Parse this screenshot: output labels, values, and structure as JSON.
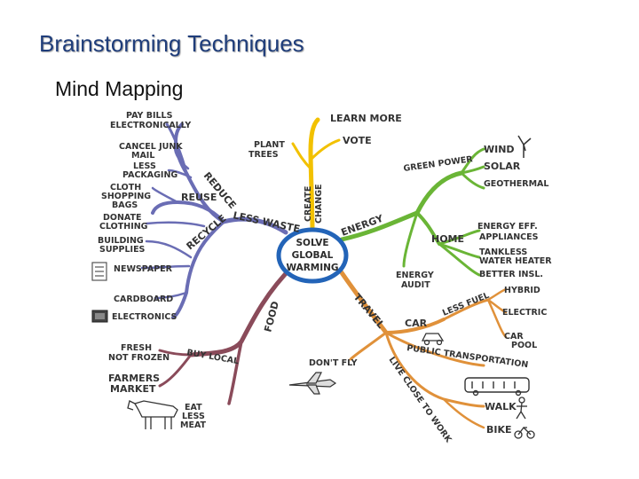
{
  "slide": {
    "title": "Brainstorming Techniques",
    "subtitle": "Mind Mapping"
  },
  "colors": {
    "title": "#1f3d7a",
    "purple": "#6a6db4",
    "yellow": "#f2c100",
    "green": "#6ab536",
    "orange": "#e0913a",
    "brown": "#8a4b5a",
    "center_ring": "#2364b8"
  },
  "mindmap": {
    "center": [
      "SOLVE",
      "GLOBAL",
      "WARMING"
    ],
    "branches": {
      "reduce": "REDUCE",
      "reuse": "REUSE",
      "recycle": "RECYCLE",
      "less_waste": "LESS WASTE",
      "create_change": [
        "CREATE",
        "CHANGE"
      ],
      "energy": "ENERGY",
      "travel": "TRAVEL",
      "food": "FOOD"
    },
    "leaves": {
      "pay_bills": [
        "PAY BILLS",
        "ELECTRONICALLY"
      ],
      "cancel_junk": [
        "CANCEL JUNK",
        "MAIL"
      ],
      "less_packaging": [
        "LESS",
        "PACKAGING"
      ],
      "cloth_bags": [
        "CLOTH",
        "SHOPPING",
        "BAGS"
      ],
      "donate": [
        "DONATE",
        "CLOTHING"
      ],
      "building": [
        "BUILDING",
        "SUPPLIES"
      ],
      "newspaper": "NEWSPAPER",
      "cardboard": "CARDBOARD",
      "electronics": "ELECTRONICS",
      "learn_more": "LEARN MORE",
      "vote": "VOTE",
      "plant_trees": [
        "PLANT",
        "TREES"
      ],
      "green_power": "GREEN POWER",
      "wind": "WIND",
      "solar": "SOLAR",
      "geothermal": "GEOTHERMAL",
      "home": "HOME",
      "energy_eff": "ENERGY EFF.",
      "appliances": "APPLIANCES",
      "tankless": "TANKLESS",
      "water_heater": "WATER HEATER",
      "better_insl": "BETTER INSL.",
      "energy_audit": [
        "ENERGY",
        "AUDIT"
      ],
      "car": "CAR",
      "less_fuel": "LESS FUEL",
      "hybrid": "HYBRID",
      "electric": "ELECTRIC",
      "car_pool": [
        "CAR",
        "POOL"
      ],
      "public_transportation": "PUBLIC TRANSPORTATION",
      "dont_fly": "DON'T FLY",
      "live_close": "LIVE CLOSE TO WORK",
      "walk": "WALK",
      "bike": "BIKE",
      "buy_local": "BUY LOCAL",
      "fresh": [
        "FRESH",
        "NOT FROZEN"
      ],
      "farmers": [
        "FARMERS",
        "MARKET"
      ],
      "eat_less_meat": [
        "EAT",
        "LESS",
        "MEAT"
      ]
    }
  }
}
